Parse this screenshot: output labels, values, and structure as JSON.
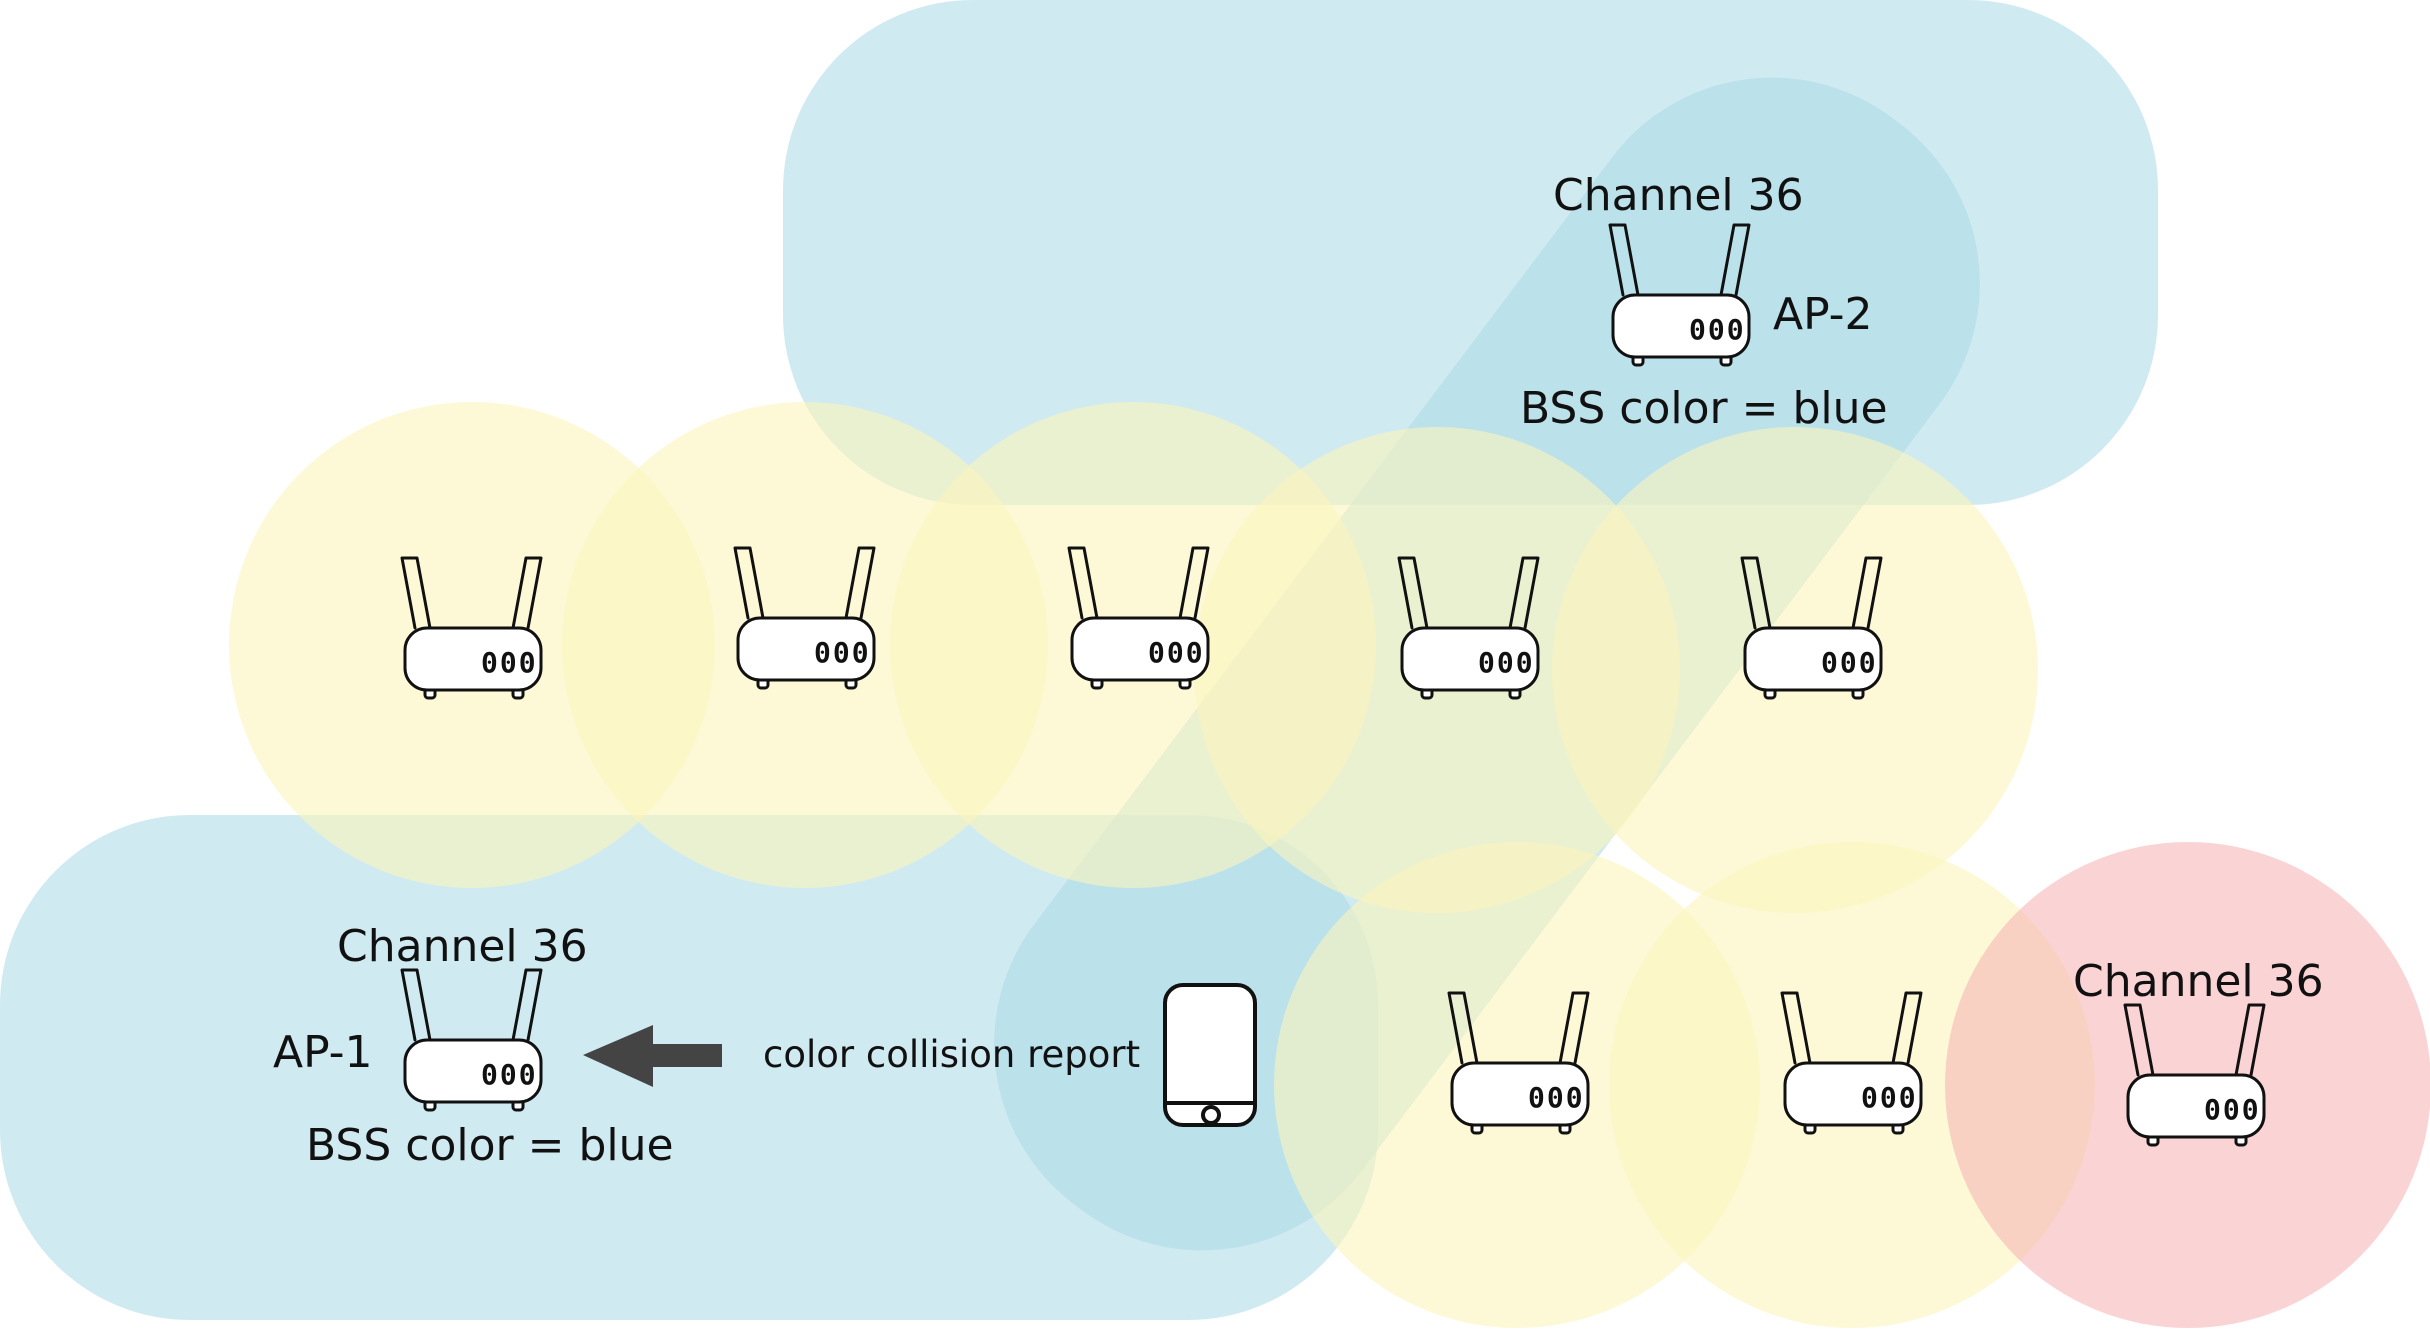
{
  "colors": {
    "bss_blue": "#a9d9e6",
    "bss_yellow": "#fbf5bd",
    "bss_red": "#f6b0b2",
    "outline": "#111111",
    "arrow": "#444444"
  },
  "ap1": {
    "channel": "Channel 36",
    "name": "AP-1",
    "bss_color": "BSS color = blue"
  },
  "ap2": {
    "channel": "Channel 36",
    "name": "AP-2",
    "bss_color": "BSS color = blue"
  },
  "ap_red": {
    "channel": "Channel 36"
  },
  "report": {
    "label": "color collision report"
  },
  "router": {
    "lights": "000"
  },
  "icons": {
    "router": "wifi-router-icon",
    "phone": "smartphone-icon",
    "arrow": "arrow-left-icon"
  }
}
